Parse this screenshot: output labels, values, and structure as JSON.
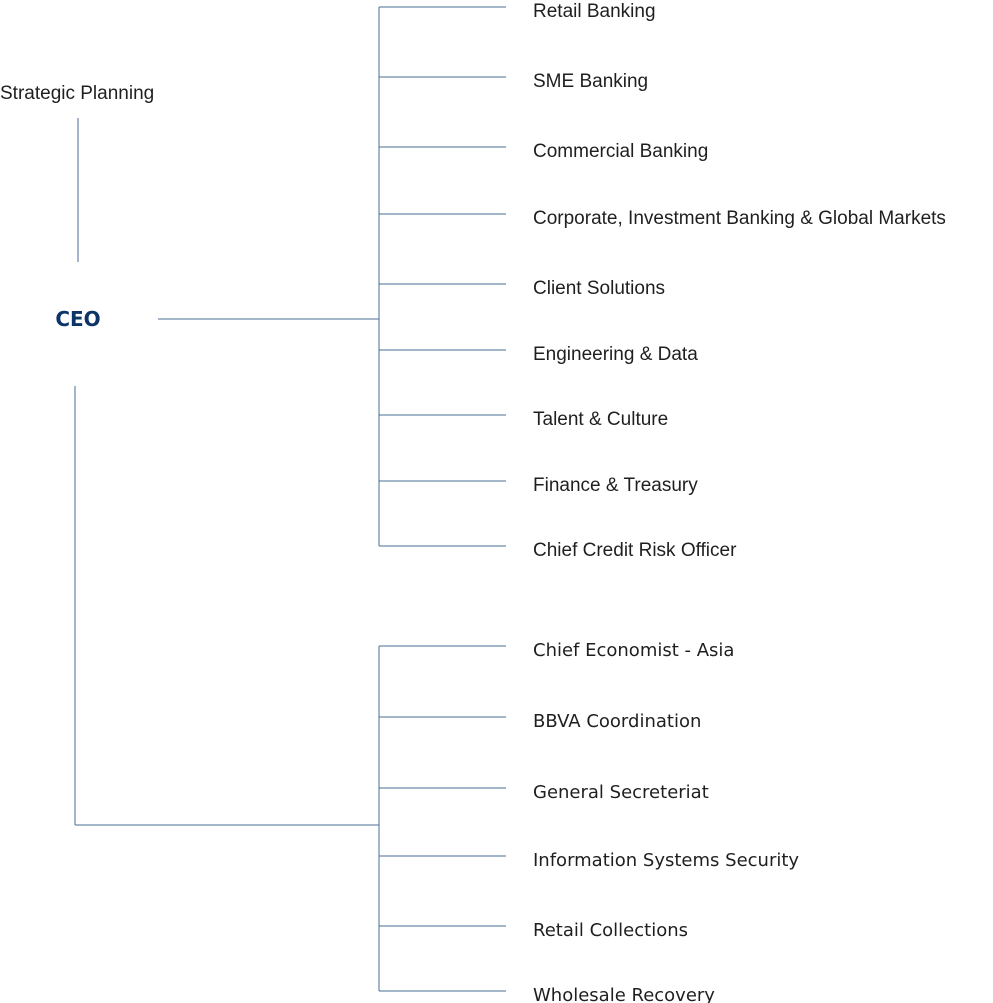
{
  "ceo": {
    "label": "CEO",
    "color": "#0c3468"
  },
  "strategic_planning": {
    "label": "Strategic Planning"
  },
  "line_color": "#4a6d93",
  "group_top": {
    "items": [
      "Retail Banking",
      "SME Banking",
      "Commercial Banking",
      "Corporate, Investment Banking & Global Markets",
      "Client Solutions",
      "Engineering & Data",
      "Talent & Culture",
      "Finance & Treasury",
      "Chief Credit Risk Officer"
    ]
  },
  "group_bottom": {
    "items": [
      "Chief Economist - Asia",
      "BBVA Coordination",
      "General Secreteriat",
      "Information Systems Security",
      "Retail Collections",
      "Wholesale Recovery"
    ]
  }
}
